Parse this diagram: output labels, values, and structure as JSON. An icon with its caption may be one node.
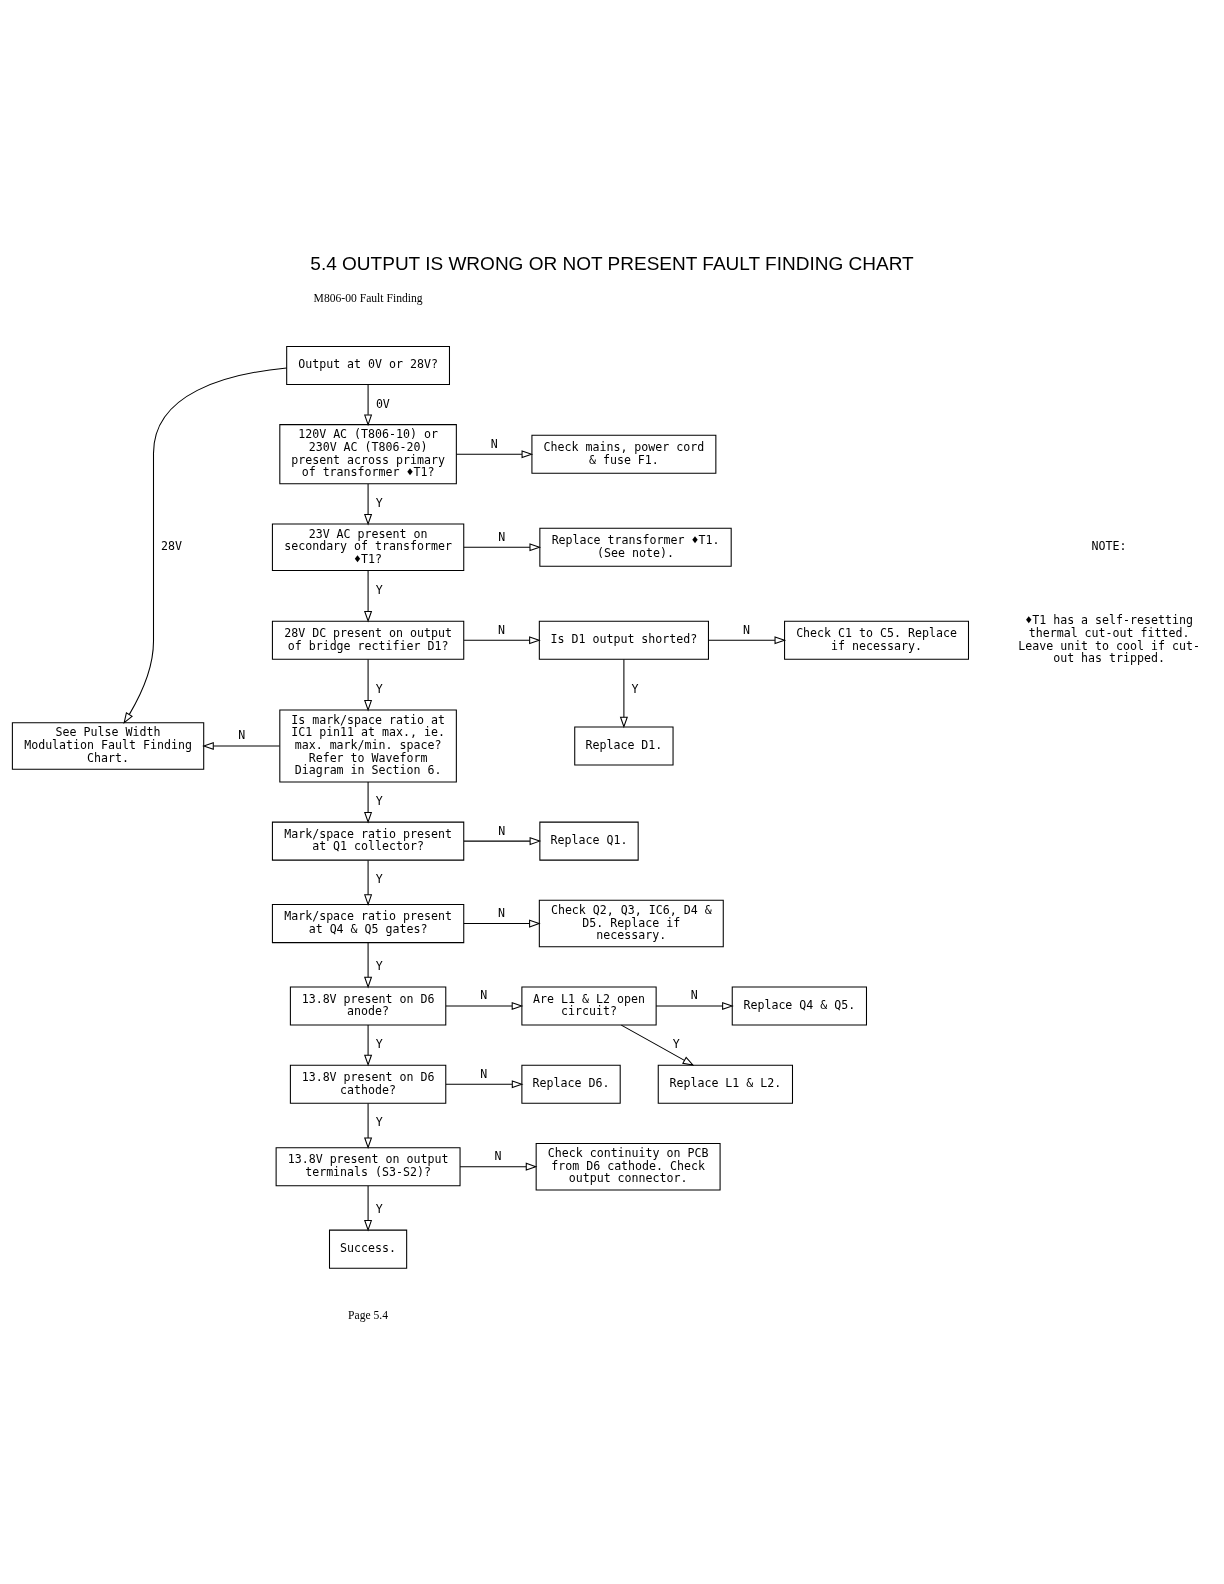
{
  "diagram": {
    "title": "5.4 OUTPUT IS WRONG OR NOT PRESENT FAULT FINDING CHART",
    "nodes": [
      {
        "text": [
          "Output at 0V or 28V?"
        ]
      },
      {
        "text": [
          "120V AC (T806-10) or 230V AC (T806-20) present across primary of transformer ♦T1?"
        ]
      },
      {
        "text": [
          "Check mains, power cord & fuse F1."
        ]
      },
      {
        "text": [
          "23V AC present on secondary of transformer ♦T1?"
        ]
      },
      {
        "text": [
          "Replace transformer ♦T1. (See note)."
        ]
      },
      {
        "text": [
          "28V DC present on output of bridge rectifier D1?"
        ]
      },
      {
        "text": [
          "Is D1 output shorted?"
        ]
      },
      {
        "text": [
          "Check C1 to C5. Replace if necessary."
        ]
      },
      {
        "text": [
          "Replace D1."
        ]
      },
      {
        "text": [
          "Is mark/space ratio at IC1 pin11 at max., ie. max. mark/min. space? Refer to Waveform Diagram in Section 6."
        ]
      },
      {
        "text": [
          "See Pulse Width Modulation Fault Finding Chart."
        ]
      },
      {
        "text": [
          "Mark/space ratio present at Q1 collector?"
        ]
      },
      {
        "text": [
          "Replace Q1."
        ]
      },
      {
        "text": [
          "Mark/space ratio present at Q4 & Q5 gates?"
        ]
      },
      {
        "text": [
          "Check Q2, Q3, IC6, D4 & D5. Replace if necessary."
        ]
      },
      {
        "text": [
          "13.8V present on D6 anode?"
        ]
      },
      {
        "text": [
          "Are L1 & L2 open circuit?"
        ]
      },
      {
        "text": [
          "Replace Q4 & Q5."
        ]
      },
      {
        "text": [
          "Replace L1 & L2."
        ]
      },
      {
        "text": [
          "13.8V present on D6 cathode?"
        ]
      },
      {
        "text": [
          "Replace D6."
        ]
      },
      {
        "text": [
          "13.8V present on output terminals (S3-S2)?"
        ]
      },
      {
        "text": [
          "Check continuity on PCB from D6 cathode. Check output connector."
        ]
      },
      {
        "text": [
          "Success."
        ]
      }
    ],
    "edges": [
      {
        "from": 0,
        "to": 1,
        "arrow": "to",
        "label": "0V"
      },
      {
        "from": 0,
        "to": 10,
        "arrow": "to",
        "label": "28V"
      },
      {
        "from": 1,
        "to": 2,
        "arrow": "to",
        "label": "N"
      },
      {
        "from": 1,
        "to": 3,
        "arrow": "to",
        "label": "Y"
      },
      {
        "from": 3,
        "to": 4,
        "arrow": "to",
        "label": "N"
      },
      {
        "from": 3,
        "to": 5,
        "arrow": "to",
        "label": "Y"
      },
      {
        "from": 5,
        "to": 6,
        "arrow": "to",
        "label": "N"
      },
      {
        "from": 6,
        "to": 7,
        "arrow": "to",
        "label": "N"
      },
      {
        "from": 6,
        "to": 8,
        "arrow": "to",
        "label": "Y"
      },
      {
        "from": 5,
        "to": 9,
        "arrow": "to",
        "label": "Y"
      },
      {
        "from": 9,
        "to": 10,
        "arrow": "to",
        "label": "N"
      },
      {
        "from": 9,
        "to": 11,
        "arrow": "to",
        "label": "Y"
      },
      {
        "from": 11,
        "to": 12,
        "arrow": "to",
        "label": "N"
      },
      {
        "from": 11,
        "to": 13,
        "arrow": "to",
        "label": "Y"
      },
      {
        "from": 13,
        "to": 14,
        "arrow": "to",
        "label": "N"
      },
      {
        "from": 13,
        "to": 15,
        "arrow": "to",
        "label": "Y"
      },
      {
        "from": 15,
        "to": 16,
        "arrow": "to",
        "label": "N"
      },
      {
        "from": 16,
        "to": 17,
        "arrow": "to",
        "label": "N"
      },
      {
        "from": 16,
        "to": 18,
        "arrow": "to",
        "label": "Y"
      },
      {
        "from": 15,
        "to": 19,
        "arrow": "to",
        "label": "Y"
      },
      {
        "from": 19,
        "to": 20,
        "arrow": "to",
        "label": "N"
      },
      {
        "from": 19,
        "to": 21,
        "arrow": "to",
        "label": "Y"
      },
      {
        "from": 21,
        "to": 22,
        "arrow": "to",
        "label": "N"
      },
      {
        "from": 21,
        "to": 23,
        "arrow": "to",
        "label": "Y"
      }
    ],
    "labels": [
      "M806-00 Fault Finding",
      "NOTE:",
      "♦T1 has a self-resetting thermal cut-out fitted. Leave unit to cool if cut-out has tripped.",
      "Page 5.4"
    ]
  }
}
